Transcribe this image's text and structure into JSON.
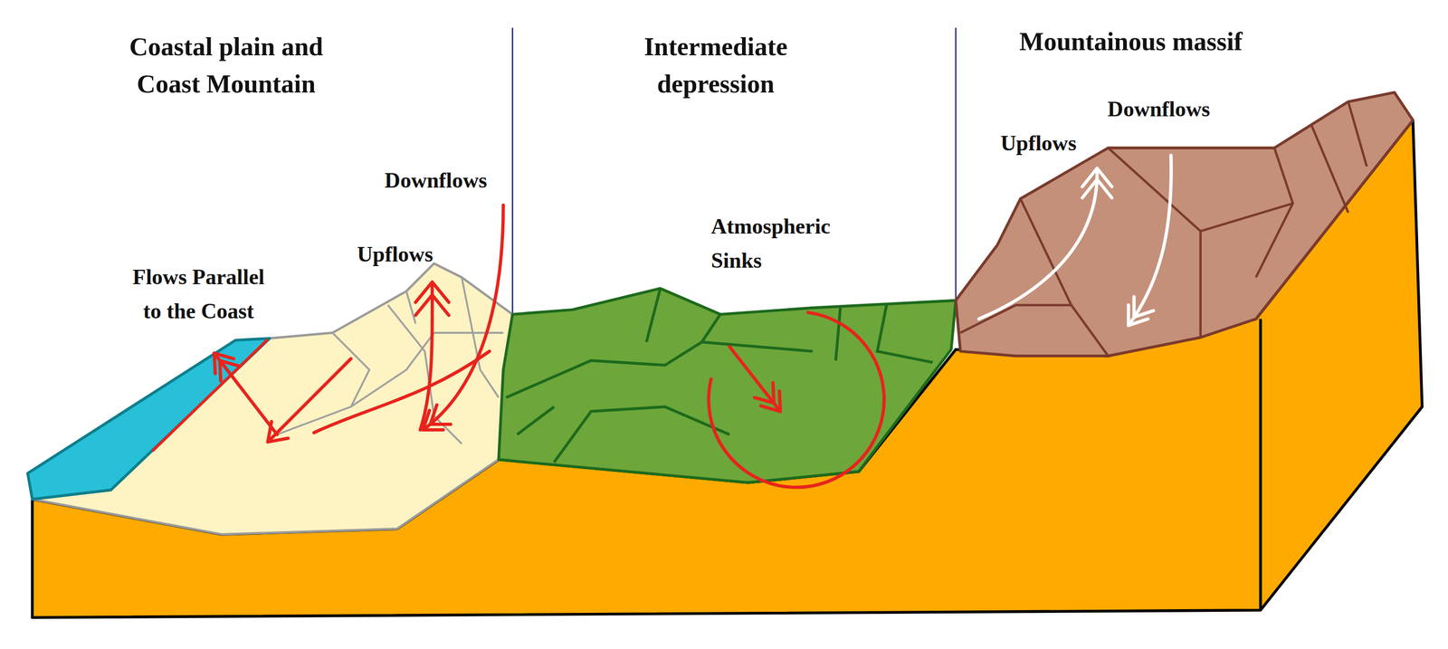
{
  "diagram": {
    "labels": [
      "Coastal plain and Coast Mountain",
      "Intermediate depression",
      "Mountainous massif",
      "Downflows",
      "Upflows",
      "Flows Parallel to the Coast",
      "Atmospheric Sinks",
      "Upflows",
      "Downflows"
    ]
  }
}
